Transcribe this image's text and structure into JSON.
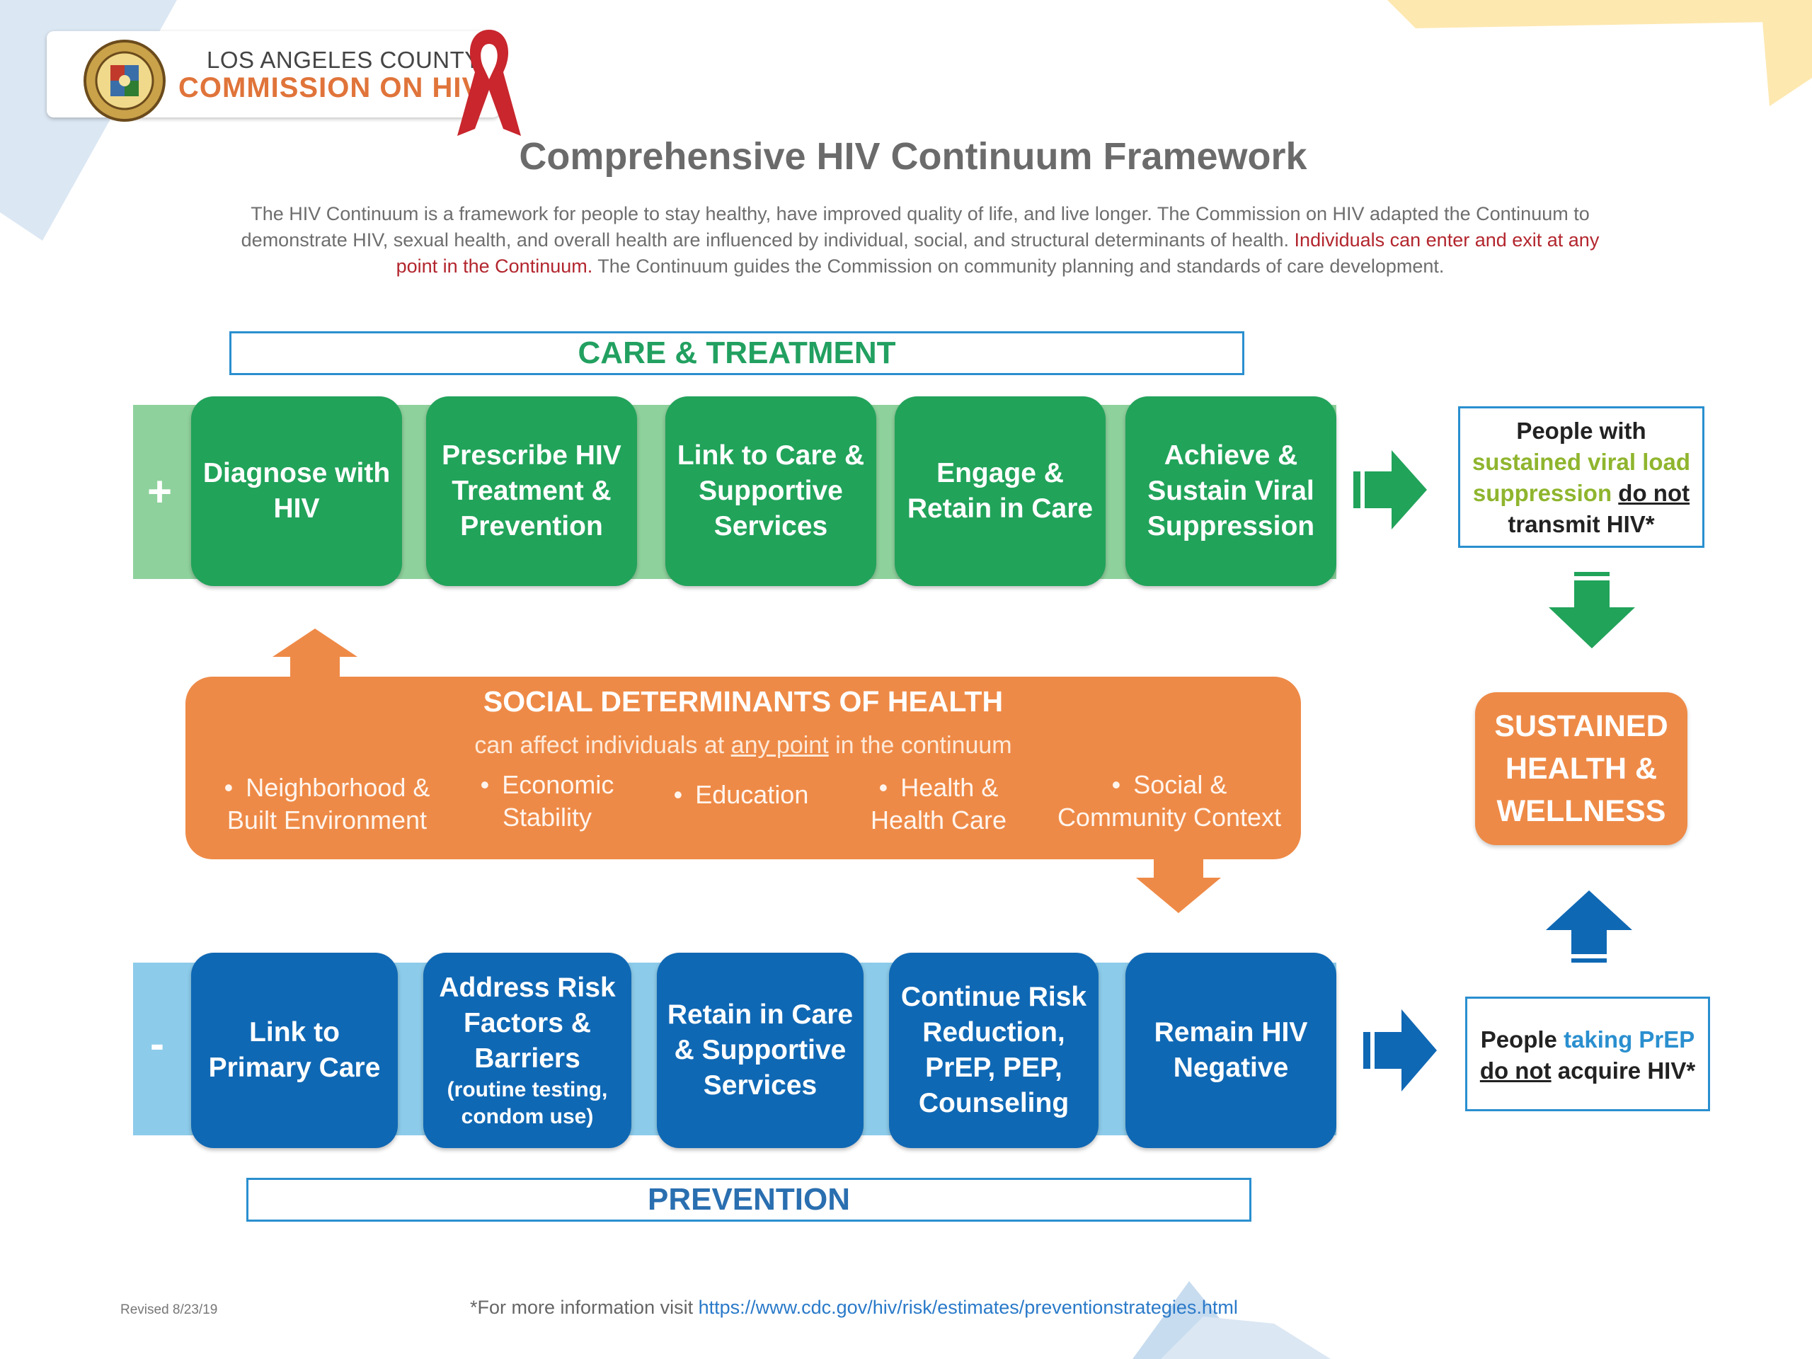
{
  "header": {
    "org_line1": "LOS ANGELES COUNTY",
    "org_line2": "COMMISSION ON HIV",
    "title": "Comprehensive HIV Continuum Framework"
  },
  "intro": {
    "text_1": "The HIV Continuum is a framework for people to stay healthy, have improved quality of life, and live longer. The Commission on HIV adapted the Continuum to demonstrate HIV, sexual health, and overall health are influenced by individual, social, and structural determinants of health. ",
    "text_red": "Individuals can enter and exit at any point in the Continuum.",
    "text_2": " The Continuum guides the Commission on community planning and standards of care development."
  },
  "care_treatment": {
    "banner": "CARE & TREATMENT",
    "sign": "+",
    "steps": [
      "Diagnose with HIV",
      "Prescribe HIV Treatment & Prevention",
      "Link to Care & Supportive Services",
      "Engage & Retain in Care",
      "Achieve & Sustain Viral Suppression"
    ]
  },
  "sdoh": {
    "title": "SOCIAL DETERMINANTS OF HEALTH",
    "subtitle_1": "can affect individuals at ",
    "subtitle_ul": "any point",
    "subtitle_2": " in the continuum",
    "bullet": "•",
    "factors": [
      "Neighborhood & Built Environment",
      "Economic Stability",
      "Education",
      "Health & Health Care",
      "Social & Community Context"
    ]
  },
  "prevention": {
    "banner": "PREVENTION",
    "sign": "-",
    "steps": [
      "Link to Primary Care",
      "Address Risk Factors & Barriers",
      "Retain in Care & Supportive Services",
      "Continue Risk Reduction, PrEP, PEP, Counseling",
      "Remain HIV Negative"
    ],
    "step2_note": "(routine testing, condom use)"
  },
  "outcomes": {
    "viral": {
      "line1": "People with",
      "highlight": "sustained viral load suppression",
      "emph": "do not",
      "line3": "transmit HIV*"
    },
    "wellness": "SUSTAINED HEALTH & WELLNESS",
    "prep": {
      "lead": "People ",
      "highlight": "taking PrEP",
      "emph": "do not",
      "tail": " acquire HIV*"
    }
  },
  "footer": {
    "revised": "Revised 8/23/19",
    "note": "*For more information visit ",
    "url": "https://www.cdc.gov/hiv/risk/estimates/preventionstrategies.html"
  },
  "colors": {
    "care_green": "#21a35a",
    "prevention_blue": "#0f68b4",
    "sdoh_orange": "#ee8a47",
    "banner_border": "#2a8fcf"
  }
}
